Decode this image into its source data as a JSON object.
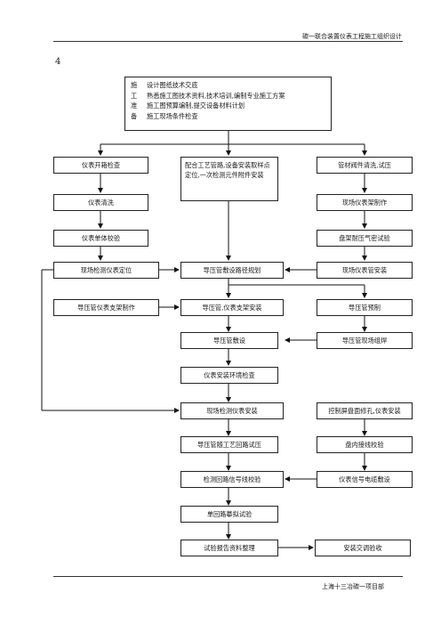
{
  "header": {
    "title": "碳一联合装置仪表工程施工组织设计"
  },
  "page_number": "4",
  "footer": {
    "text": "上海十三冶碳一项目部"
  },
  "top_block": {
    "rows": [
      {
        "key": "施",
        "text": "设计图纸技术交底"
      },
      {
        "key": "工",
        "text": "熟悉施工图技术资料,技术培训,编制专业施工方案"
      },
      {
        "key": "准",
        "text": "施工图预算编制,提交设备材料计划"
      },
      {
        "key": "备",
        "text": "施工现场条件检查"
      }
    ]
  },
  "nodes": {
    "inspect_unpack": "仪表开箱检查",
    "cleaning": "仪表清洗",
    "single_calibration": "仪表单体校验",
    "field_locate": "现场检测仪表定位",
    "bracket_make": "导压管仪表支架制作",
    "process_coord": "配合工艺管路,设备安装取样点定位,一次检测元件附件安装",
    "route_plan": "导压管敷设路径规划",
    "pipe_bracket_install": "导压管,仪表支架安装",
    "pipe_lay": "导压管敷设",
    "env_check": "仪表安装环境检查",
    "field_install": "现场检测仪表安装",
    "pressure_test": "导压管随工艺回路试压",
    "loop_signal": "检测回路信号线校验",
    "single_loop": "单回路摹拟试验",
    "report": "试验报告资料整理",
    "valve_clean": "管材阀件清洗,试压",
    "rack_make": "现场仪表架制作",
    "coil_test": "盘架耐压气密试验",
    "tube_install": "现场仪表管安装",
    "tube_prefab": "导压管预制",
    "tube_weld": "导压管现场组焊",
    "panel_install": "控制屏盘面修孔,仪表安装",
    "panel_wiring": "盘内接线校验",
    "cable_lay": "仪表信号电缆敷设",
    "acceptance": "安装交调验收"
  }
}
